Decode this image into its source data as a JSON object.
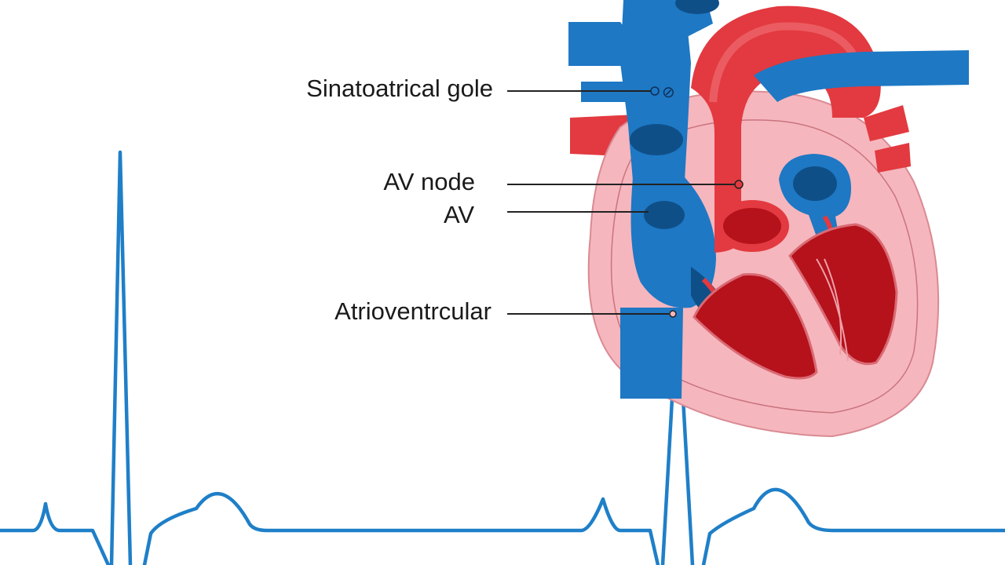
{
  "labels": {
    "sa_node": "Sinatoatrical gole",
    "av_node": "AV node",
    "av": "AV",
    "atrioventricular": "Atrioventrcular"
  },
  "colors": {
    "ecg": "#1f7fc8",
    "vein_blue": "#1e78c4",
    "vein_dark": "#0f4f88",
    "artery_red": "#e23a40",
    "heart_pink": "#f6b6bd",
    "chamber_red": "#b5121c",
    "leader": "#222222"
  }
}
